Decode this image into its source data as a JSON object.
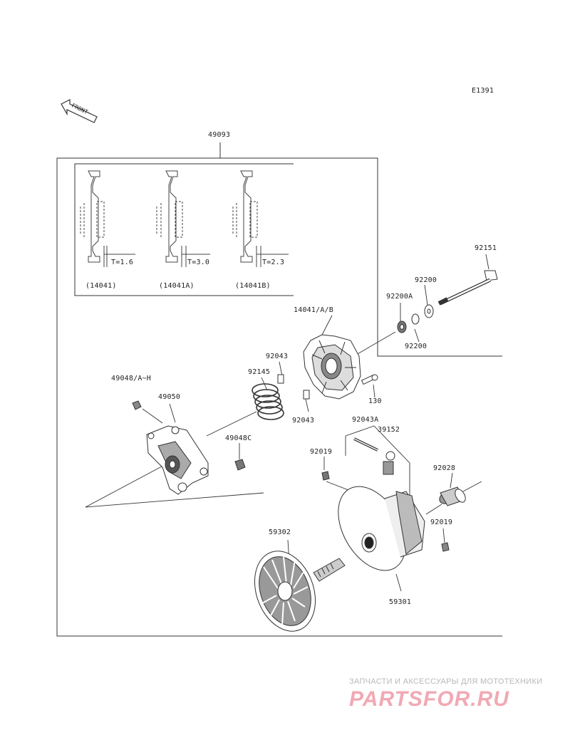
{
  "diagram_code": "E1391",
  "front_label": "FRONT",
  "inset": {
    "variants": [
      {
        "thickness": "T=1.6",
        "part": "(14041)"
      },
      {
        "thickness": "T=3.0",
        "part": "(14041A)"
      },
      {
        "thickness": "T=2.3",
        "part": "(14041B)"
      }
    ]
  },
  "parts": {
    "p49093": "49093",
    "p92151": "92151",
    "p92200_top": "92200",
    "p92200A": "92200A",
    "p92200_bottom": "92200",
    "p14041AB": "14041/A/B",
    "p92043_top": "92043",
    "p92145": "92145",
    "p49048AH": "49048/A~H",
    "p49050": "49050",
    "p130": "130",
    "p92043_bottom": "92043",
    "p92043A": "92043A",
    "p39152": "39152",
    "p49048C": "49048C",
    "p92019_left": "92019",
    "p92028": "92028",
    "p92019_right": "92019",
    "p59302": "59302",
    "p59301": "59301"
  },
  "watermark": {
    "tagline": "ЗАПЧАСТИ И АКСЕССУАРЫ ДЛЯ МОТОТЕХНИКИ",
    "brand": "PARTSFOR.RU"
  }
}
